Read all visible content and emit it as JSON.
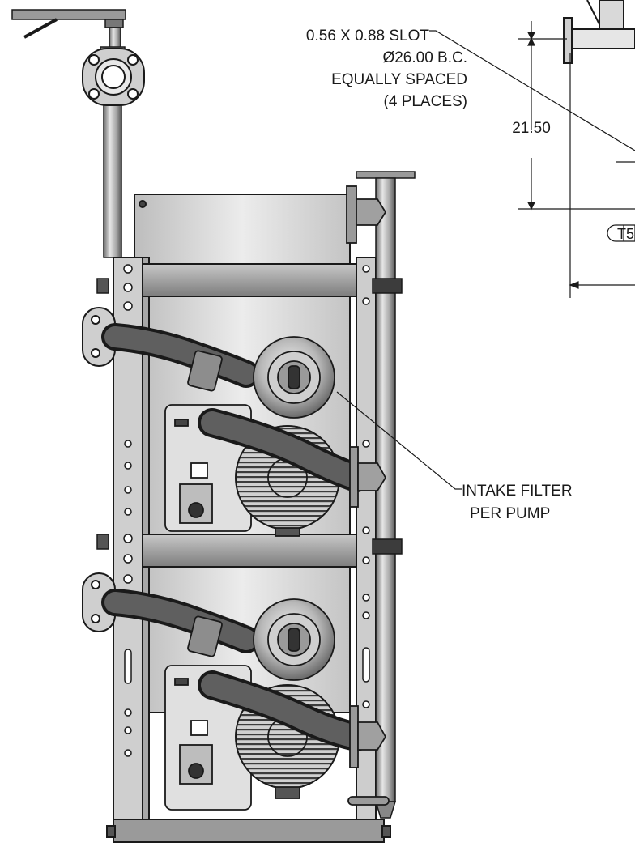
{
  "callouts": {
    "slot": {
      "line1": "0.56 X 0.88 SLOT",
      "line2": "Ø26.00 B.C.",
      "line3": "EQUALLY SPACED",
      "line4": "(4 PLACES)"
    },
    "filter": {
      "line1": "INTAKE FILTER",
      "line2": "PER PUMP"
    }
  },
  "dimensions": {
    "height": "21.50"
  },
  "feature_frame": {
    "text": "T5"
  },
  "colors": {
    "line": "#1a1a1a",
    "metal_light": "#d9d9d9",
    "metal_mid": "#9c9c9c",
    "metal_dark": "#4a4a4a",
    "hose": "#333333"
  }
}
